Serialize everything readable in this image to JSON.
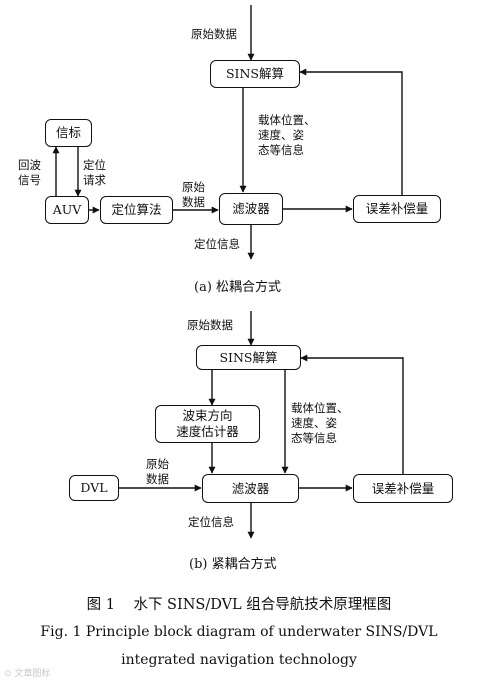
{
  "diagram_a": {
    "raw_data_top": "原始数据",
    "sins": "SINS解算",
    "beacon": "信标",
    "auv": "AUV",
    "positioning_algorithm": "定位算法",
    "filter": "滤波器",
    "error_compensation": "误差补偿量",
    "echo_signal": "回波\n信号",
    "positioning_request": "定位\n请求",
    "raw_data_side": "原始\n数据",
    "carrier_info": "载体位置、\n速度、姿\n态等信息",
    "positioning_info": "定位信息",
    "caption": "(a)  松耦合方式"
  },
  "diagram_b": {
    "raw_data_top": "原始数据",
    "sins": "SINS解算",
    "beam_estimator": "波束方向\n速度估计器",
    "dvl": "DVL",
    "filter": "滤波器",
    "error_compensation": "误差补偿量",
    "raw_data_side": "原始\n数据",
    "carrier_info": "载体位置、\n速度、姿\n态等信息",
    "positioning_info": "定位信息",
    "caption": "(b)  紧耦合方式"
  },
  "figure": {
    "title_cn": "图 1    水下 SINS/DVL 组合导航技术原理框图",
    "title_en_line1": "Fig. 1 Principle block diagram of underwater SINS/DVL",
    "title_en_line2": "integrated navigation technology"
  },
  "watermark": "⊙ 文章图标"
}
